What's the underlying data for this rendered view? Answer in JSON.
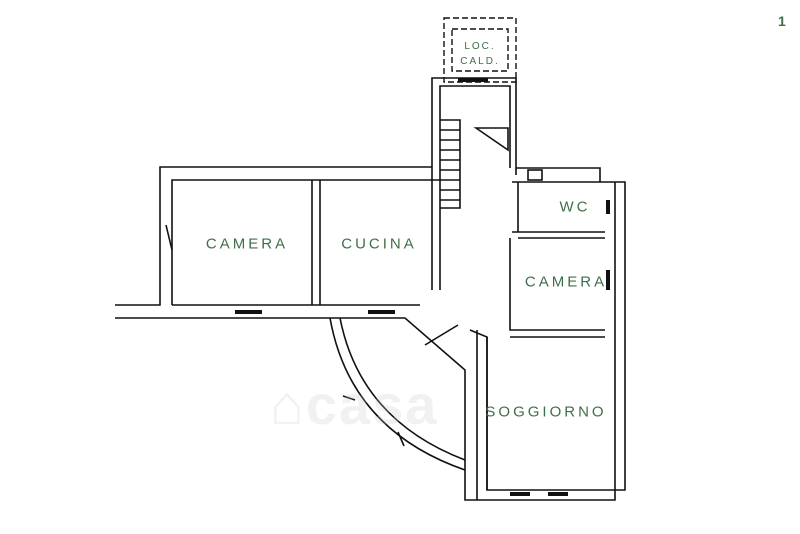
{
  "page_number": "1",
  "watermark": "casa",
  "rooms": {
    "boiler_room": [
      "LOC.",
      "CALD."
    ],
    "bedroom_left": "CAMERA",
    "kitchen": "CUCINA",
    "wc": "WC",
    "bedroom_right": "CAMERA",
    "living_room": "SOGGIORNO"
  },
  "colors": {
    "label": "#3f6e4a",
    "walls": "#111111"
  }
}
